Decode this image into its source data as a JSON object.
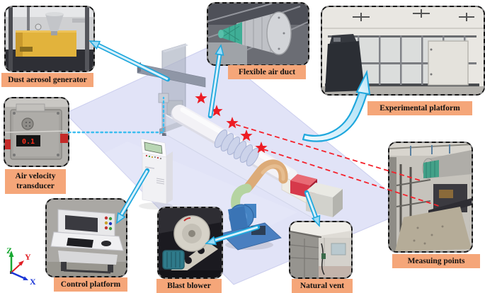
{
  "figure": {
    "description": "Schematic of dust experimental system: 3D model of wind-tunnel platform surrounded by labeled photographs",
    "labels": {
      "dust_generator": "Dust aerosol generator",
      "flexible_air_duct": "Flexible air duct",
      "experimental_platform": "Experimental platform",
      "air_velocity_transducer": "Air velocity transducer",
      "control_platform": "Control platform",
      "blast_blower": "Blast blower",
      "natural_vent": "Natural vent",
      "measuring_points": "Measuing points"
    },
    "axes": {
      "x": "X",
      "y": "Y",
      "z": "Z"
    },
    "transducer_display": "0.1",
    "measuring_star_count": 5,
    "colors": {
      "callout_bg": "#f5a679",
      "arrow_blue": "#1ea7dd",
      "arrow_fill": "#d9f1fb",
      "dashed_red": "#f5212b",
      "star_red": "#ed1c24",
      "floor_plane": "#c9ccf1",
      "axis_x": "#1a35d6",
      "axis_y": "#e01e24",
      "axis_z": "#18a832"
    }
  }
}
